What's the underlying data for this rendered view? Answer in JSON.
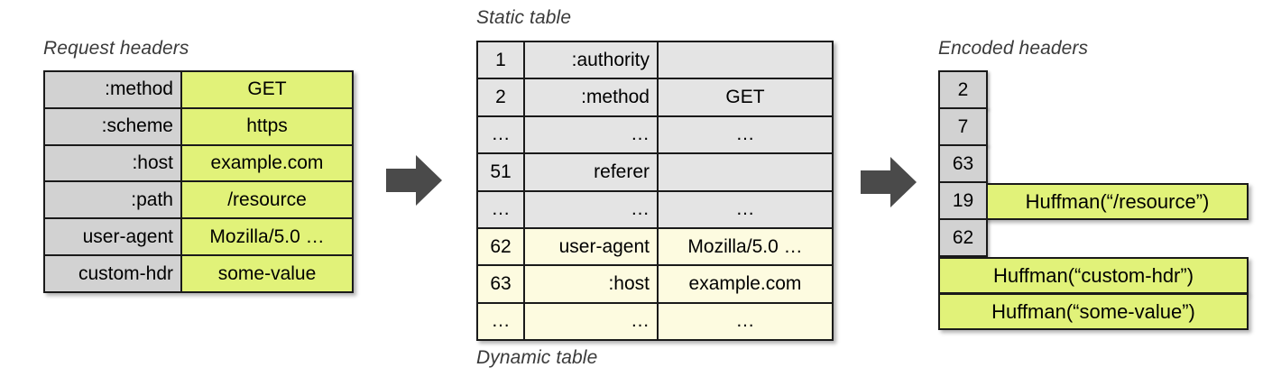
{
  "captions": {
    "request_headers": "Request headers",
    "static_table": "Static table",
    "dynamic_table": "Dynamic table",
    "encoded_headers": "Encoded headers"
  },
  "colors": {
    "green": "#e1f279",
    "gray": "#d2d2d2",
    "gray_light": "#e4e4e4",
    "cream": "#fdfbe0",
    "border": "#1a1a1a",
    "arrow": "#4a4a4a",
    "caption_text": "#3a3a3a"
  },
  "request_headers": {
    "rows": [
      {
        "name": ":method",
        "value": "GET"
      },
      {
        "name": ":scheme",
        "value": "https"
      },
      {
        "name": ":host",
        "value": "example.com"
      },
      {
        "name": ":path",
        "value": "/resource"
      },
      {
        "name": "user-agent",
        "value": "Mozilla/5.0 …"
      },
      {
        "name": "custom-hdr",
        "value": "some-value"
      }
    ]
  },
  "hpack_table": {
    "rows": [
      {
        "index": "1",
        "name": ":authority",
        "value": "",
        "section": "static"
      },
      {
        "index": "2",
        "name": ":method",
        "value": "GET",
        "section": "static"
      },
      {
        "index": "…",
        "name": "…",
        "value": "…",
        "section": "static"
      },
      {
        "index": "51",
        "name": "referer",
        "value": "",
        "section": "static"
      },
      {
        "index": "…",
        "name": "…",
        "value": "…",
        "section": "static"
      },
      {
        "index": "62",
        "name": "user-agent",
        "value": "Mozilla/5.0 …",
        "section": "dynamic"
      },
      {
        "index": "63",
        "name": ":host",
        "value": "example.com",
        "section": "dynamic"
      },
      {
        "index": "…",
        "name": "…",
        "value": "…",
        "section": "dynamic"
      }
    ]
  },
  "encoded_headers": {
    "indexed": [
      {
        "index": "2",
        "literal": ""
      },
      {
        "index": "7",
        "literal": ""
      },
      {
        "index": "63",
        "literal": ""
      },
      {
        "index": "19",
        "literal": "Huffman(“/resource”)"
      },
      {
        "index": "62",
        "literal": ""
      }
    ],
    "literals": [
      "Huffman(“custom-hdr”)",
      "Huffman(“some-value”)"
    ]
  }
}
